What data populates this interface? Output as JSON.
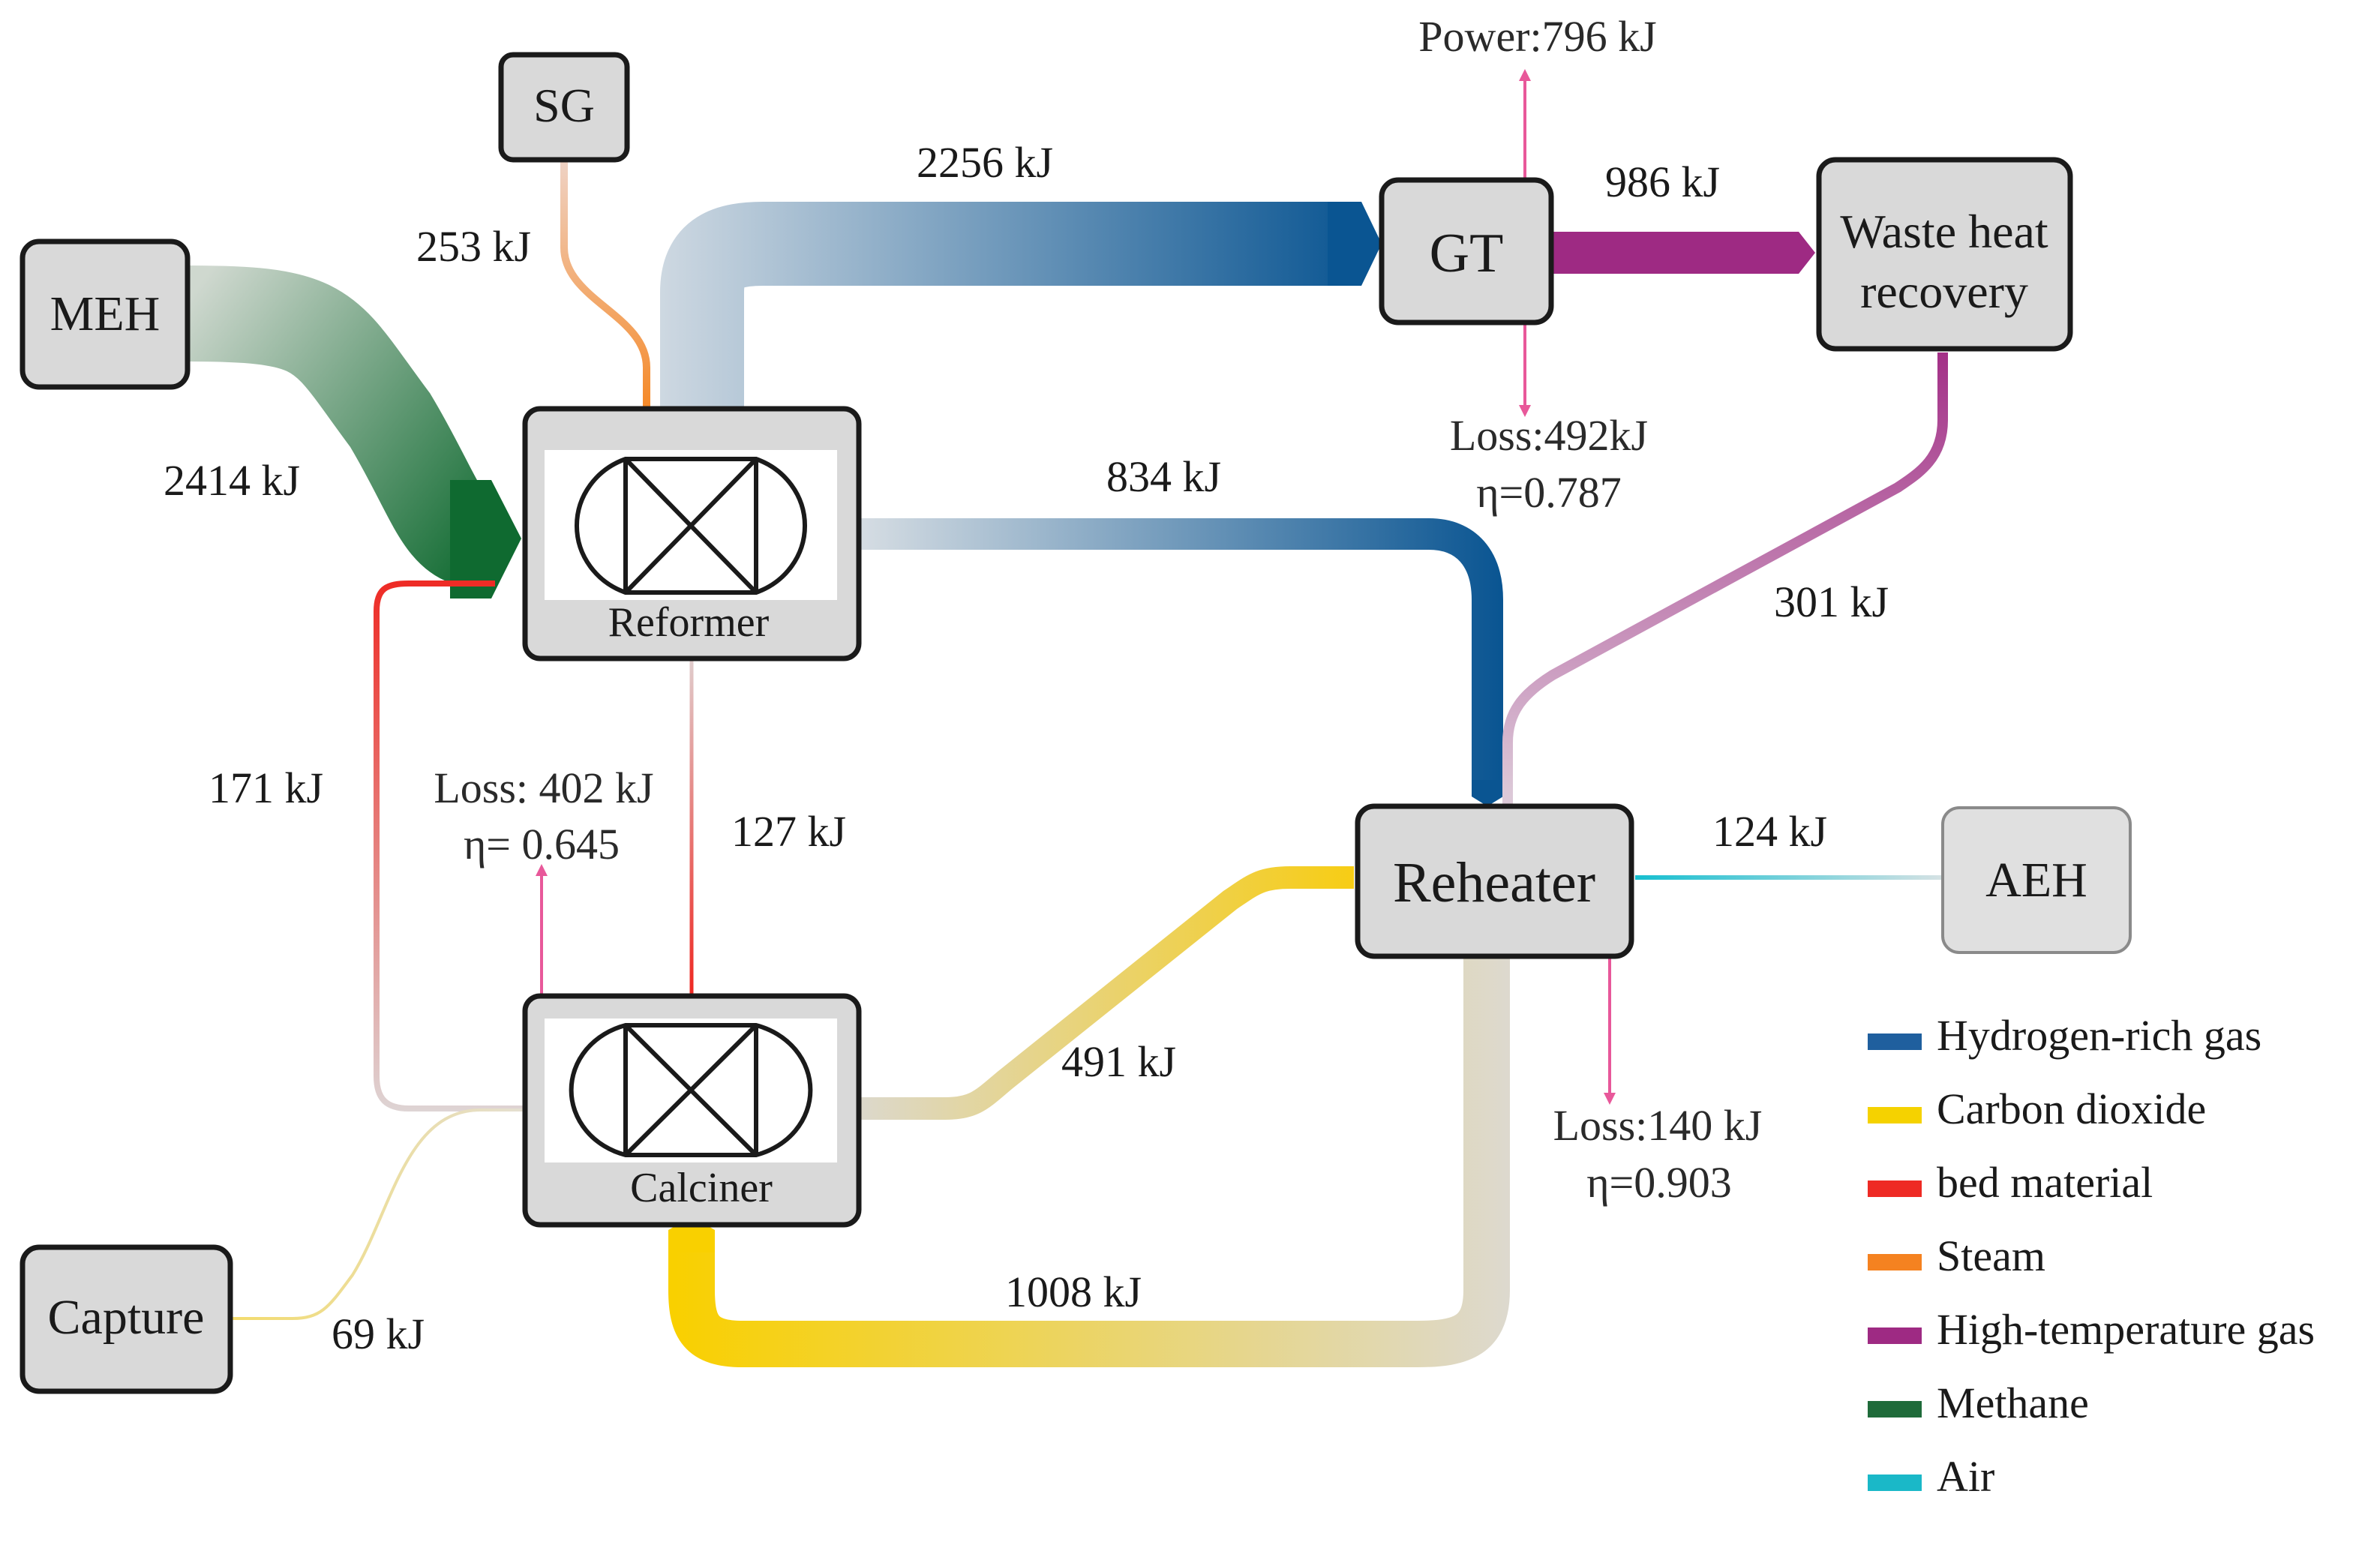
{
  "nodes": {
    "sg": "SG",
    "meh": "MEH",
    "reformer": "Reformer",
    "gt": "GT",
    "waste_heat_line1": "Waste heat",
    "waste_heat_line2": "recovery",
    "calciner": "Calciner",
    "reheater": "Reheater",
    "aeh": "AEH",
    "capture": "Capture"
  },
  "flows": {
    "meh_to_reformer": "2414 kJ",
    "sg_to_reformer": "253 kJ",
    "reformer_to_gt": "2256 kJ",
    "gt_to_whr": "986 kJ",
    "reformer_to_reheater": "834 kJ",
    "whr_to_reheater": "301 kJ",
    "calciner_to_reformer_bed": "171 kJ",
    "reformer_to_calciner_bed": "127 kJ",
    "aeh_to_reheater": "124 kJ",
    "calciner_to_reheater": "491 kJ",
    "reheater_to_calciner": "1008 kJ",
    "capture": "69 kJ"
  },
  "annotations": {
    "gt_power": "Power:796 kJ",
    "gt_loss": "Loss:492kJ",
    "gt_eta": "η=0.787",
    "calciner_loss": "Loss: 402 kJ",
    "calciner_eta": "η= 0.645",
    "reheater_loss": "Loss:140 kJ",
    "reheater_eta": "η=0.903"
  },
  "legend": [
    {
      "label": "Hydrogen-rich gas",
      "color": "#1f5f9e"
    },
    {
      "label": "Carbon dioxide",
      "color": "#f5d200"
    },
    {
      "label": "bed material",
      "color": "#ee2a24"
    },
    {
      "label": "Steam",
      "color": "#f58220"
    },
    {
      "label": "High-temperature gas",
      "color": "#9e2a83"
    },
    {
      "label": "Methane",
      "color": "#1f6b3a"
    },
    {
      "label": "Air",
      "color": "#1ab8c8"
    }
  ],
  "arrow_color": "#e8589a"
}
